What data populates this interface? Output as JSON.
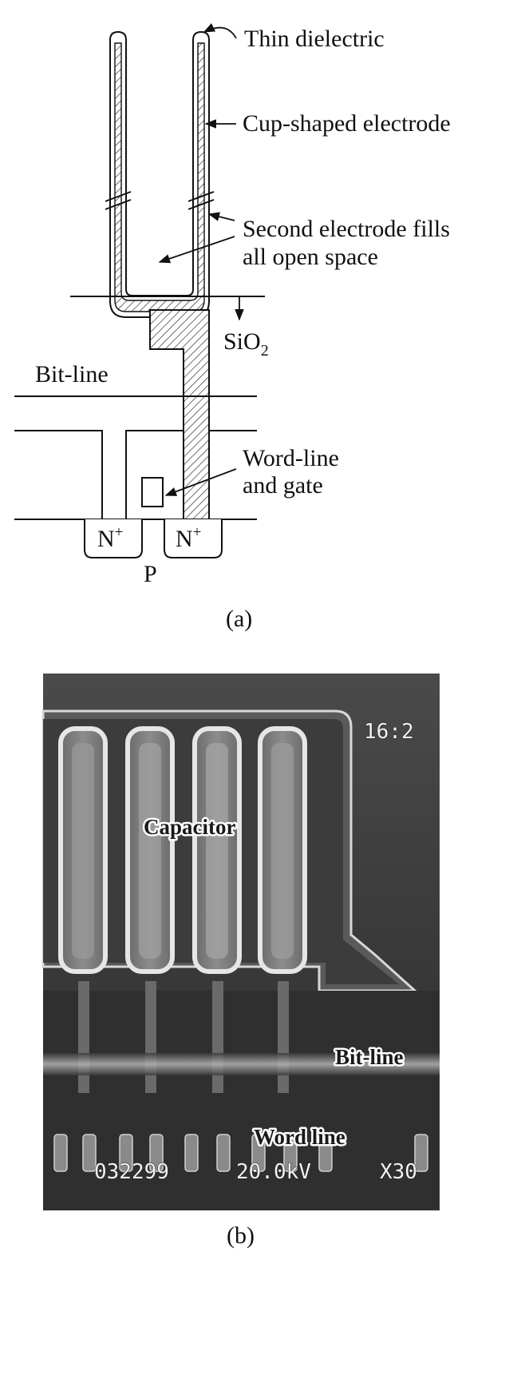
{
  "figure_a": {
    "labels": {
      "thin_dielectric": "Thin dielectric",
      "cup_electrode": "Cup-shaped electrode",
      "second_electrode_line1": "Second electrode fills",
      "second_electrode_line2": "all open space",
      "sio2_main": "SiO",
      "sio2_sub": "2",
      "bit_line": "Bit-line",
      "word_line_line1": "Word-line",
      "word_line_line2": "and gate",
      "n_plus_base": "N",
      "n_plus_sup": "+",
      "p_region": "P"
    },
    "caption": "(a)"
  },
  "figure_b": {
    "labels": {
      "capacitor": "Capacitor",
      "bit_line": "Bit-line",
      "word_line": "Word line"
    },
    "overlay": {
      "time": "16:2",
      "id_code": "032299",
      "voltage": "20.0kV",
      "magnification": "X30"
    },
    "caption": "(b)"
  }
}
